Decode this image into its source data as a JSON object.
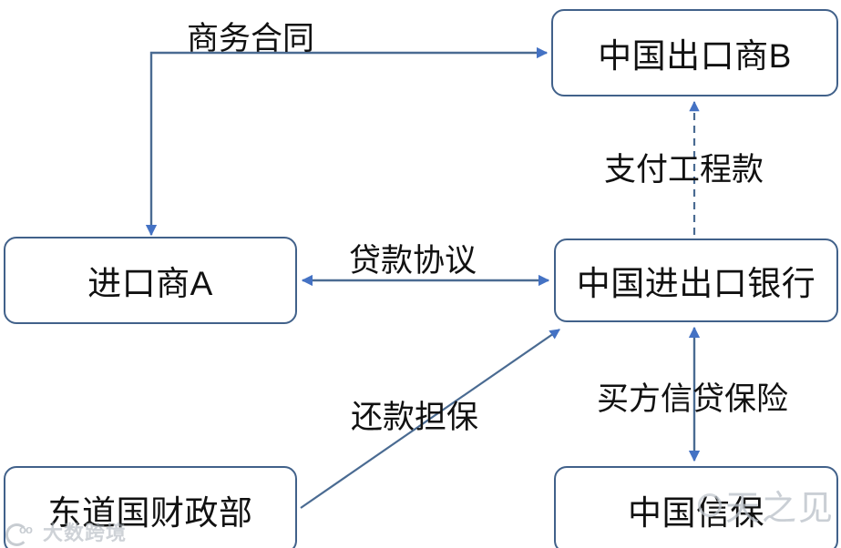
{
  "diagram": {
    "type": "flow-diagram",
    "background_color": "#ffffff",
    "node_border_color": "#41618a",
    "arrow_color": "#4472c4",
    "line_color": "#4a6b92",
    "text_color": "#111111",
    "nodes": [
      {
        "id": "exporter-b",
        "label": "中国出口商B"
      },
      {
        "id": "importer-a",
        "label": "进口商A"
      },
      {
        "id": "exim-bank",
        "label": "中国进出口银行"
      },
      {
        "id": "host-mof",
        "label": "东道国财政部"
      },
      {
        "id": "sinosure",
        "label": "中国信保"
      }
    ],
    "edges": [
      {
        "id": "business-contract",
        "label": "商务合同",
        "from": "importer-a",
        "to": "exporter-b",
        "style": "solid",
        "arrows": "single"
      },
      {
        "id": "pay-project-funds",
        "label": "支付工程款",
        "from": "exim-bank",
        "to": "exporter-b",
        "style": "dashed",
        "arrows": "single"
      },
      {
        "id": "loan-agreement",
        "label": "贷款协议",
        "from": "exim-bank",
        "to": "importer-a",
        "style": "solid",
        "arrows": "double"
      },
      {
        "id": "repayment-guarantee",
        "label": "还款担保",
        "from": "host-mof",
        "to": "exim-bank",
        "style": "solid",
        "arrows": "single"
      },
      {
        "id": "buyer-credit-insurance",
        "label": "买方信贷保险",
        "from": "sinosure",
        "to": "exim-bank",
        "style": "solid",
        "arrows": "double"
      }
    ]
  },
  "watermarks": {
    "bottom_left": "大数跨境",
    "overlay_right": "天之见"
  }
}
